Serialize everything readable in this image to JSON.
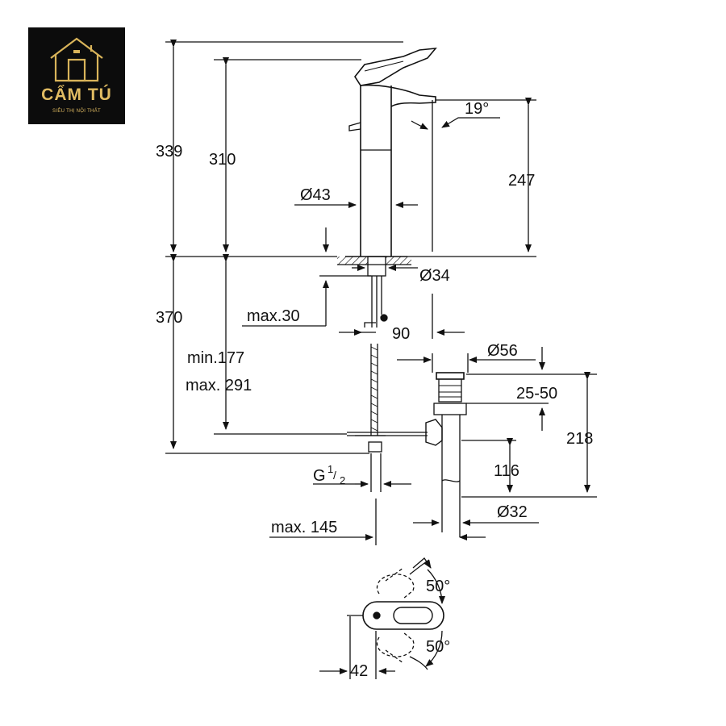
{
  "brand": {
    "name": "CẨM TÚ",
    "tagline": "SIÊU THỊ NỘI THẤT",
    "colors": {
      "logo_background": "#0c0c0c",
      "logo_gold": "#d9b45a"
    }
  },
  "dimensions": {
    "height_339": "339",
    "height_310": "310",
    "height_370": "370",
    "min_177": "min.177",
    "max_291": "max. 291",
    "spout_angle": "19°",
    "height_247": "247",
    "diameter_43": "Ø43",
    "diameter_34": "Ø34",
    "max_30": "max.30",
    "offset_90": "90",
    "diameter_56": "Ø56",
    "range_25_50": "25-50",
    "height_218": "218",
    "height_116": "116",
    "thread": "G",
    "thread_num": "1",
    "thread_den": "2",
    "diameter_32": "Ø32",
    "max_145": "max. 145",
    "handle_angle_top": "50°",
    "handle_angle_bottom": "50°",
    "width_42": "42"
  }
}
